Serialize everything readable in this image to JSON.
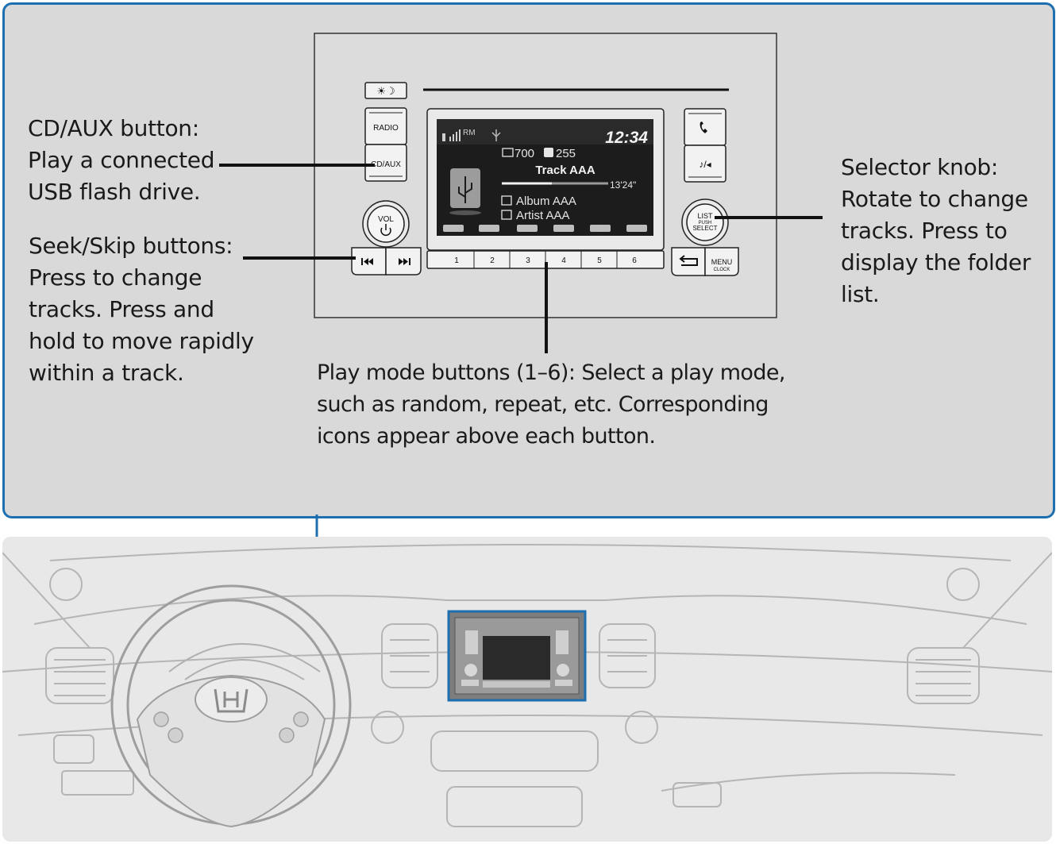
{
  "callouts": {
    "cd_aux": {
      "lines": [
        "CD/AUX button:",
        "Play a connected",
        "USB flash drive."
      ]
    },
    "seek_skip": {
      "lines": [
        "Seek/Skip buttons:",
        "Press to change",
        "tracks. Press and",
        "hold to move rapidly",
        "within a track."
      ]
    },
    "selector": {
      "lines": [
        "Selector knob:",
        "Rotate to change",
        "tracks. Press to",
        "display the folder",
        "list."
      ]
    },
    "play_mode": {
      "lines": [
        "Play mode buttons (1–6): Select a play mode,",
        "such as random, repeat, etc. Corresponding",
        "icons appear above each button."
      ]
    }
  },
  "head_unit": {
    "buttons": {
      "day_night": "☀☽",
      "radio": "RADIO",
      "cd_aux": "CD/AUX",
      "vol": "VOL",
      "list_line1": "LIST",
      "list_line2": "PUSH",
      "list_line3": "SELECT",
      "menu": "MENU",
      "clock": "CLOCK"
    },
    "preset_numbers": [
      "1",
      "2",
      "3",
      "4",
      "5",
      "6"
    ],
    "screen": {
      "clock": "12:34",
      "rm": "RM",
      "folder_count": "700",
      "track_count": "255",
      "track": "Track AAA",
      "time": "13'24\"",
      "album": "Album AAA",
      "artist": "Artist AAA"
    }
  },
  "colors": {
    "accent": "#1d6fb0",
    "panel": "#d9d9d9",
    "screen": "#1c1c1c"
  }
}
